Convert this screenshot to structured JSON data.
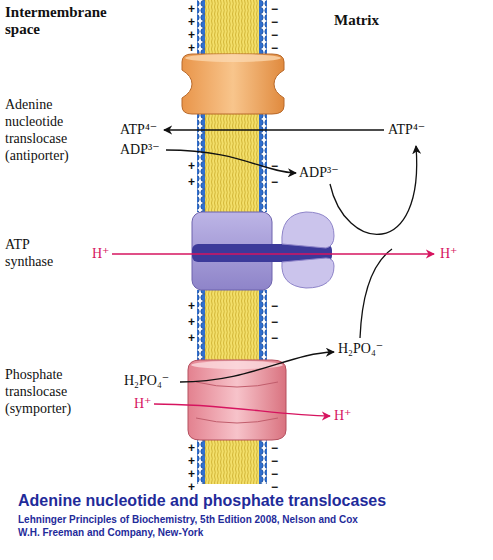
{
  "diagram": {
    "caption": "Adenine nucleotide and phosphate translocases",
    "nodes": [
      {
        "text": [
          "Adenine nucleotide translocase (antiporter)"
        ]
      },
      {
        "text": [
          "ATP synthase"
        ]
      },
      {
        "text": [
          "Phosphate translocase (symporter)"
        ]
      }
    ],
    "labels": [
      "Intermembrane space",
      "Matrix",
      "+",
      "−",
      "+",
      "−",
      "+",
      "−",
      "+",
      "−",
      "+",
      "−",
      "+",
      "−",
      "+",
      "−",
      "+",
      "−",
      "+",
      "−",
      "+",
      "−",
      "+",
      "−",
      "+",
      "−",
      "+",
      "−",
      "ATP⁴⁻",
      "ADP³⁻",
      "ATP⁴⁻",
      "ADP³⁻",
      "H⁺",
      "H⁺",
      "H₂PO₄⁻",
      "H₂PO₄⁻",
      "H⁺",
      "H⁺",
      "Lehninger Principles of Biochemistry, 5th Edition 2008, Nelson and Cox",
      "W.H. Freeman and Company, New-York"
    ]
  }
}
